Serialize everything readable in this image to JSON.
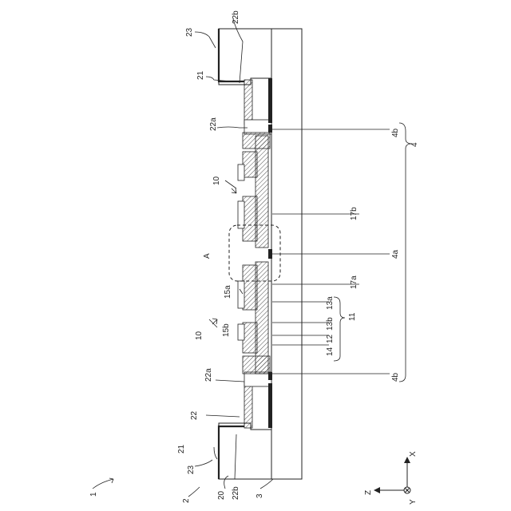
{
  "labels": {
    "l1": "1",
    "l2": "2",
    "l3": "3",
    "l4": "4",
    "l4a": "4a",
    "l4b_top": "4b",
    "l4b_bot": "4b",
    "l10_top": "10",
    "l10_bot": "10",
    "l11": "11",
    "l12": "12",
    "l13a": "13a",
    "l13b": "13b",
    "l14": "14",
    "l15a": "15a",
    "l15b": "15b",
    "l17a": "17a",
    "l17b": "17b",
    "l20": "20",
    "l21_top": "21",
    "l21_bot": "21",
    "l22": "22",
    "l22a_top": "22a",
    "l22a_bot": "22a",
    "l22b_top": "22b",
    "l22b_bot": "22b",
    "l23_top": "23",
    "l23_bot": "23",
    "lA": "A"
  },
  "axes": {
    "x": "X",
    "y": "Y",
    "z": "Z"
  }
}
